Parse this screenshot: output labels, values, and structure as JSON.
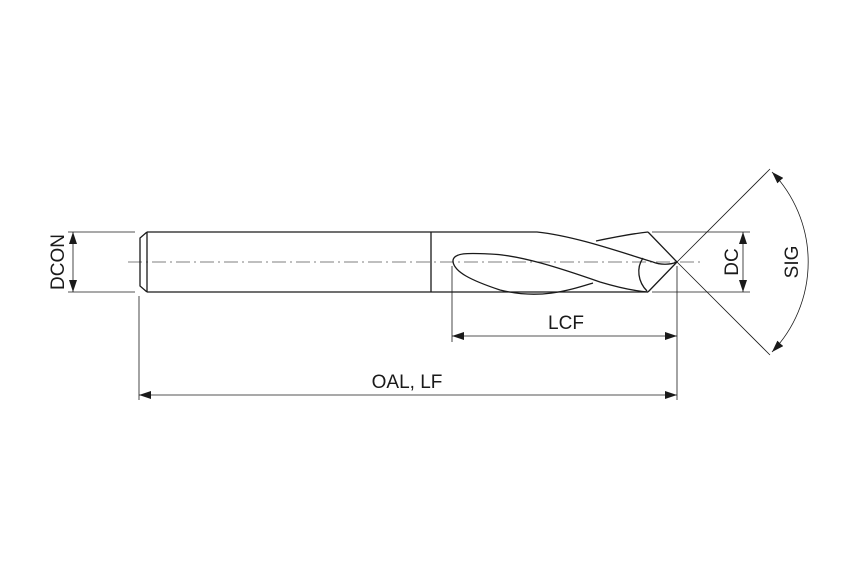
{
  "labels": {
    "dcon": "DCON",
    "dc": "DC",
    "sig": "SIG",
    "lcf": "LCF",
    "oal": "OAL, LF"
  }
}
